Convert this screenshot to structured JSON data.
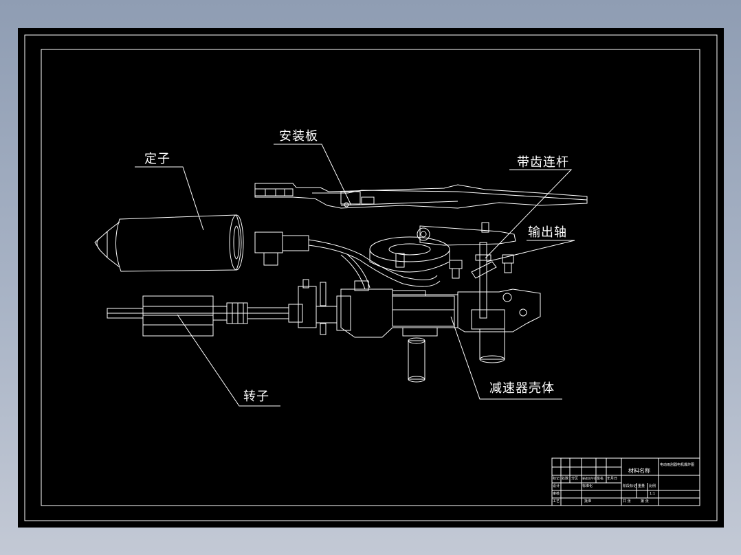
{
  "labels": {
    "mounting_plate": "安装板",
    "stator": "定子",
    "toothed_link": "带齿连杆",
    "output_shaft": "输出轴",
    "rotor": "转子",
    "gear_housing": "减速器壳体"
  },
  "title_block": {
    "part_name": "材料名称",
    "drawing_title": "电动雨刮器电机爆炸图",
    "col_headers": [
      "标记",
      "处数",
      "分区",
      "更改文件号",
      "签名",
      "年月日"
    ],
    "row_design": "设计",
    "row_standard": "标准化",
    "row_check": "审核",
    "row_process": "工艺",
    "row_approve": "批准",
    "stage_mark": "阶段标记",
    "weight": "重量",
    "scale": "比例",
    "scale_value": "1:1",
    "sheets_total": "共 张",
    "sheet_no": "第 张"
  },
  "colors": {
    "paper": "#000000",
    "line": "#ffffff",
    "background_top": "#8f9db3",
    "background_bottom": "#c3c9d5"
  }
}
